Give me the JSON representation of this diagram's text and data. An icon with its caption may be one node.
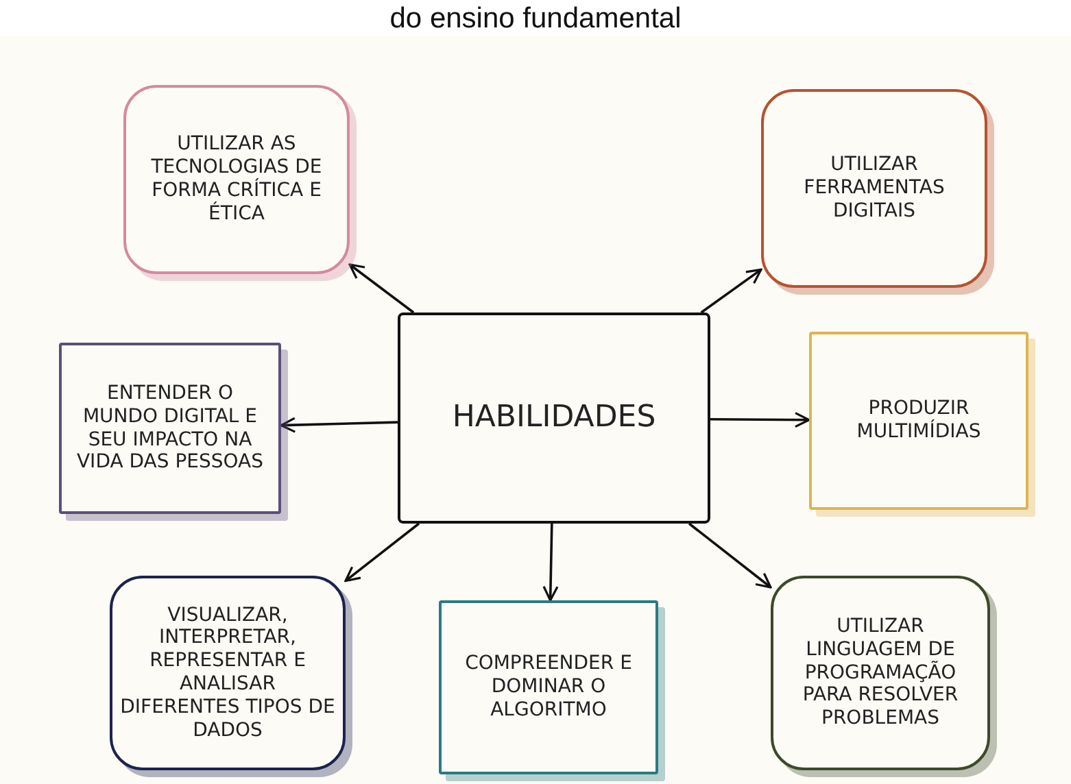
{
  "diagram": {
    "title": "do ensino fundamental",
    "nodes": [
      {
        "text": [
          "HABILIDADES"
        ]
      },
      {
        "text": [
          "UTILIZAR AS TECNOLOGIAS DE FORMA CRÍTICA E ÉTICA"
        ]
      },
      {
        "text": [
          "UTILIZAR FERRAMENTAS DIGITAIS"
        ]
      },
      {
        "text": [
          "ENTENDER O MUNDO DIGITAL E SEU IMPACTO NA VIDA DAS PESSOAS"
        ]
      },
      {
        "text": [
          "PRODUZIR MULTIMÍDIAS"
        ]
      },
      {
        "text": [
          "VISUALIZAR, INTERPRETAR, REPRESENTAR E ANALISAR DIFERENTES TIPOS DE DADOS"
        ]
      },
      {
        "text": [
          "COMPREENDER E DOMINAR O ALGORITMO"
        ]
      },
      {
        "text": [
          "UTILIZAR LINGUAGEM DE PROGRAMAÇÃO PARA RESOLVER PROBLEMAS"
        ]
      }
    ],
    "edges": [
      {
        "from": 0,
        "to": 1,
        "arrow": "to"
      },
      {
        "from": 0,
        "to": 2,
        "arrow": "to"
      },
      {
        "from": 0,
        "to": 3,
        "arrow": "to"
      },
      {
        "from": 0,
        "to": 4,
        "arrow": "to"
      },
      {
        "from": 0,
        "to": 5,
        "arrow": "to"
      },
      {
        "from": 0,
        "to": 6,
        "arrow": "to"
      },
      {
        "from": 0,
        "to": 7,
        "arrow": "to"
      }
    ]
  }
}
